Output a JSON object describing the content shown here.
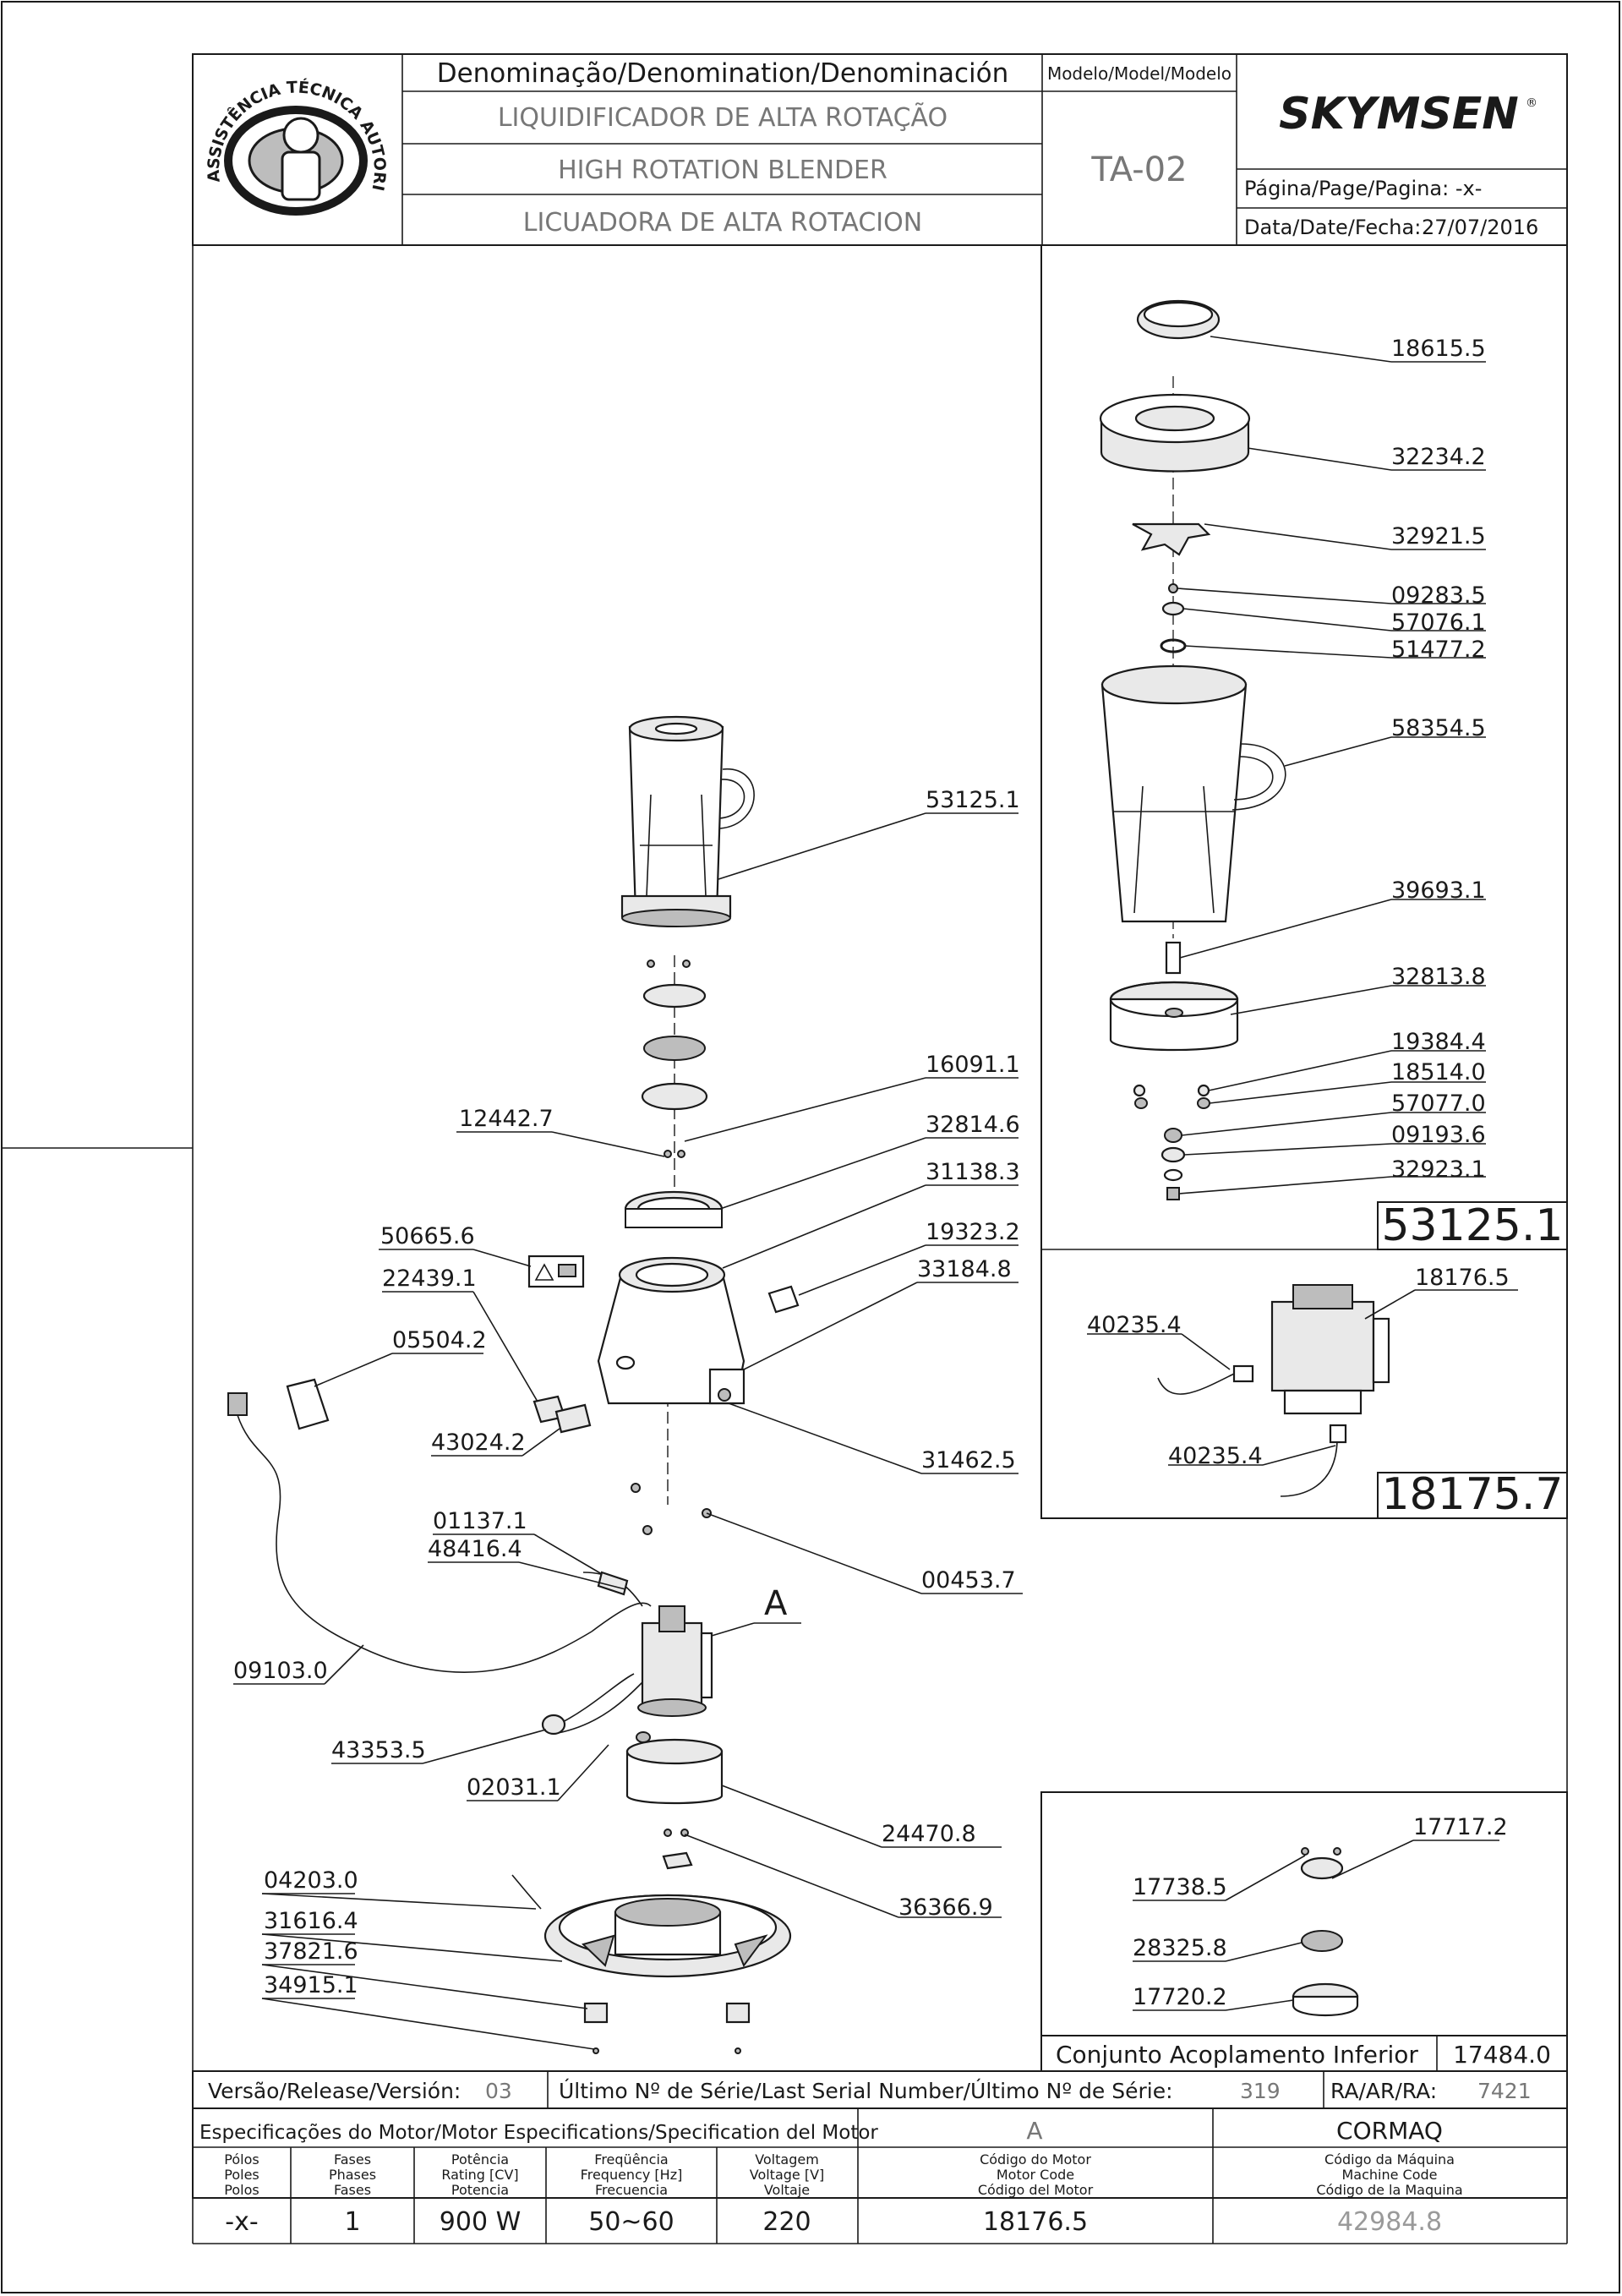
{
  "header": {
    "stamp_text": "ASSISTÊNCIA TÉCNICA AUTORIZADA",
    "denomination_label": "Denominação/Denomination/Denominación",
    "name_pt": "LIQUIDIFICADOR DE ALTA ROTAÇÃO",
    "name_en": "HIGH ROTATION BLENDER",
    "name_es": "LICUADORA DE ALTA ROTACION",
    "model_label": "Modelo/Model/Modelo",
    "model_value": "TA-02",
    "brand": "SKYMSEN",
    "brand_mark": "®",
    "page_label": "Página/Page/Pagina: -x-",
    "date_label": "Data/Date/Fecha:",
    "date_value": "27/07/2016"
  },
  "main_parts": [
    "53125.1",
    "16091.1",
    "12442.7",
    "32814.6",
    "31138.3",
    "50665.6",
    "19323.2",
    "33184.8",
    "22439.1",
    "05504.2",
    "43024.2",
    "31462.5",
    "01137.1",
    "48416.4",
    "00453.7",
    "09103.0",
    "43353.5",
    "02031.1",
    "24470.8",
    "04203.0",
    "36366.9",
    "31616.4",
    "37821.6",
    "34915.1"
  ],
  "detail_letter": "A",
  "jar_parts": [
    "18615.5",
    "32234.2",
    "32921.5",
    "09283.5",
    "57076.1",
    "51477.2",
    "58354.5",
    "39693.1",
    "32813.8",
    "19384.4",
    "18514.0",
    "57077.0",
    "09193.6",
    "32923.1"
  ],
  "jar_assembly_code": "53125.1",
  "motor_parts": [
    "18176.5",
    "40235.4",
    "40235.4"
  ],
  "motor_assembly_code": "18175.7",
  "coupling_parts": [
    "17717.2",
    "17738.5",
    "28325.8",
    "17720.2"
  ],
  "coupling_title": "Conjunto Acoplamento Inferior",
  "coupling_code": "17484.0",
  "release": {
    "version_label": "Versão/Release/Versión:",
    "version_value": "03",
    "serial_label": "Último Nº de Série/Last Serial Number/Último Nº de Série:",
    "serial_value": "319",
    "ra_label": "RA/AR/RA:",
    "ra_value": "7421"
  },
  "motor_spec": {
    "title": "Especificações do Motor/Motor Especifications/Specification del Motor",
    "motor_letter": "A",
    "manufacturer": "CORMAQ",
    "cols": [
      {
        "lines": [
          "Pólos",
          "Poles",
          "Polos"
        ],
        "value": "-x-"
      },
      {
        "lines": [
          "Fases",
          "Phases",
          "Fases"
        ],
        "value": "1"
      },
      {
        "lines": [
          "Potência",
          "Rating [CV]",
          "Potencia"
        ],
        "value": "900 W"
      },
      {
        "lines": [
          "Freqüência",
          "Frequency [Hz]",
          "Frecuencia"
        ],
        "value": "50~60"
      },
      {
        "lines": [
          "Voltagem",
          "Voltage [V]",
          "Voltaje"
        ],
        "value": "220"
      },
      {
        "lines": [
          "Código do Motor",
          "Motor Code",
          "Código del Motor"
        ],
        "value": "18176.5"
      },
      {
        "lines": [
          "Código da Máquina",
          "Machine Code",
          "Código de la Maquina"
        ],
        "value": "42984.8"
      }
    ]
  }
}
